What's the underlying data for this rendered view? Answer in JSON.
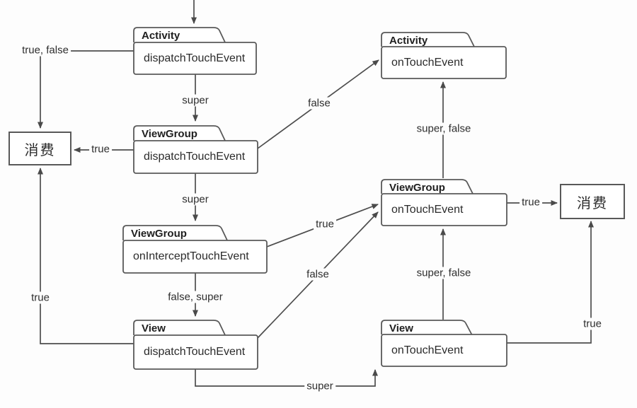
{
  "diagram": {
    "title_semantic": "android-touch-event-dispatch-flow",
    "background_color": "#fdfdfd",
    "line_color": "#4d4d4d",
    "box_border_color": "#595959",
    "box_fill_color": "#ffffff"
  },
  "nodes": [
    {
      "title": "Activity",
      "method": "dispatchTouchEvent"
    },
    {
      "title": "ViewGroup",
      "method": "dispatchTouchEvent"
    },
    {
      "title": "ViewGroup",
      "method": "onInterceptTouchEvent"
    },
    {
      "title": "View",
      "method": "dispatchTouchEvent"
    },
    {
      "title": "Activity",
      "method": "onTouchEvent"
    },
    {
      "title": "ViewGroup",
      "method": "onTouchEvent"
    },
    {
      "title": "View",
      "method": "onTouchEvent"
    }
  ],
  "consume": {
    "left": "消费",
    "right": "消费"
  },
  "edge_labels": {
    "activity_dispatch_to_viewgroup_dispatch": "super",
    "viewgroup_dispatch_to_intercept": "super",
    "intercept_to_view_dispatch": "false, super",
    "activity_dispatch_to_consume": "true, false",
    "viewgroup_dispatch_to_consume": "true",
    "view_dispatch_to_consume": "true",
    "viewgroup_dispatch_to_activity_ontouch": "false",
    "viewgroup_ontouch_to_activity_ontouch": "super, false",
    "intercept_to_viewgroup_ontouch": "true",
    "view_dispatch_to_viewgroup_ontouch": "false",
    "viewgroup_ontouch_to_consume": "true",
    "view_ontouch_to_viewgroup_ontouch": "super, false",
    "view_ontouch_to_consume": "true",
    "view_dispatch_to_view_ontouch": "super"
  }
}
